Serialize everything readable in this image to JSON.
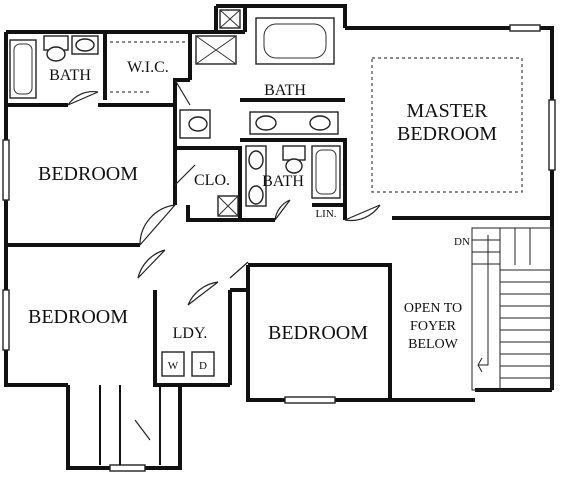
{
  "rooms": {
    "master_bedroom": [
      "MASTER",
      "BEDROOM"
    ],
    "bath_top_left": "BATH",
    "wic": "W.I.C.",
    "bath_center": "BATH",
    "bath_small": "BATH",
    "bedroom_upper_left": "BEDROOM",
    "closet": "CLO.",
    "linen": "LIN.",
    "bedroom_lower_left": "BEDROOM",
    "laundry": "LDY.",
    "washer": "W",
    "dryer": "D",
    "bedroom_center": "BEDROOM",
    "open_to_foyer": [
      "OPEN TO",
      "FOYER",
      "BELOW"
    ],
    "stairs_dn": "DN"
  }
}
